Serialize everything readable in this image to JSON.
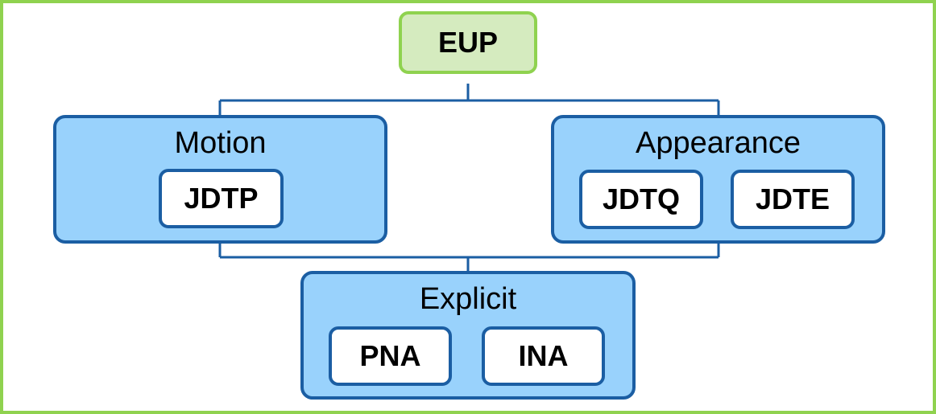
{
  "root": {
    "label": "EUP"
  },
  "groups": {
    "motion": {
      "title": "Motion",
      "items": [
        "JDTP"
      ]
    },
    "appearance": {
      "title": "Appearance",
      "items": [
        "JDTQ",
        "JDTE"
      ]
    },
    "explicit": {
      "title": "Explicit",
      "items": [
        "PNA",
        "INA"
      ]
    }
  },
  "colors": {
    "frame_border": "#8fd24f",
    "root_fill": "#d5ebbf",
    "root_border": "#8fd24f",
    "group_fill": "#99d2fc",
    "group_border": "#1b5ea3",
    "leaf_fill": "#ffffff",
    "leaf_border": "#1b5ea3",
    "connector": "#1b5ea3"
  }
}
